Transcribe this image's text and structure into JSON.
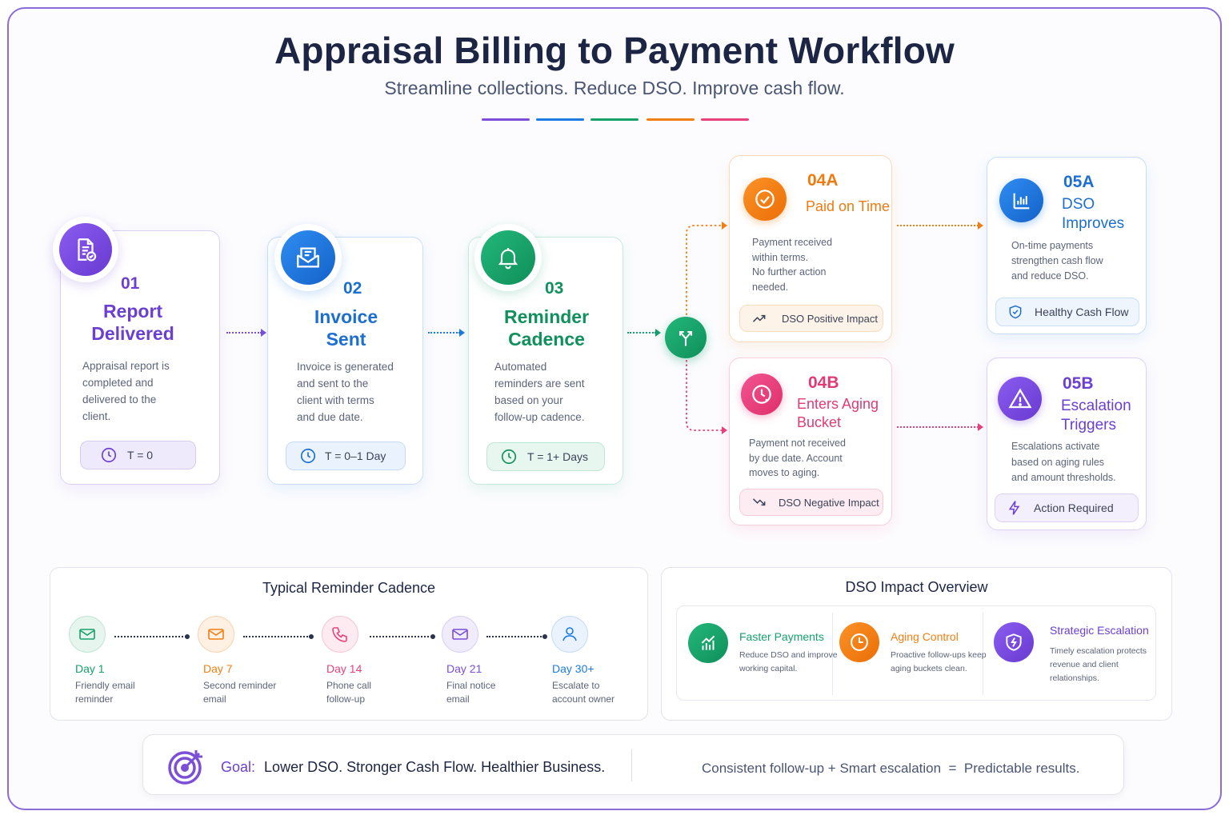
{
  "header": {
    "title": "Appraisal Billing to Payment Workflow",
    "subtitle": "Streamline collections. Reduce DSO. Improve cash flow."
  },
  "colors": {
    "purple": "#7b4fd8",
    "blue": "#1c7be0",
    "green": "#16a06a",
    "orange": "#f07f14",
    "pink": "#e8417a"
  },
  "steps": [
    {
      "num": "01",
      "title_l1": "Report",
      "title_l2": "Delivered",
      "desc_l1": "Appraisal report is",
      "desc_l2": "completed and",
      "desc_l3": "delivered to the",
      "desc_l4": "client.",
      "pill": "T = 0",
      "icon": "document-check-icon"
    },
    {
      "num": "02",
      "title_l1": "Invoice",
      "title_l2": "Sent",
      "desc_l1": "Invoice is generated",
      "desc_l2": "and sent to the",
      "desc_l3": "client with terms",
      "desc_l4": "and due date.",
      "pill": "T = 0–1 Day",
      "icon": "envelope-invoice-icon"
    },
    {
      "num": "03",
      "title_l1": "Reminder",
      "title_l2": "Cadence",
      "desc_l1": "Automated",
      "desc_l2": "reminders are sent",
      "desc_l3": "based on your",
      "desc_l4": "follow-up cadence.",
      "pill": "T = 1+ Days",
      "icon": "bell-icon"
    }
  ],
  "outcomes": {
    "a4": {
      "num": "04A",
      "title": "Paid on Time",
      "desc_l1": "Payment received",
      "desc_l2": "within terms.",
      "desc_l3": "No further action",
      "desc_l4": "needed.",
      "pill": "DSO Positive Impact"
    },
    "b4": {
      "num": "04B",
      "title_l1": "Enters Aging",
      "title_l2": "Bucket",
      "desc_l1": "Payment not received",
      "desc_l2": "by due date. Account",
      "desc_l3": "moves to aging.",
      "pill": "DSO Negative Impact"
    },
    "a5": {
      "num": "05A",
      "title_l1": "DSO",
      "title_l2": "Improves",
      "desc_l1": "On-time payments",
      "desc_l2": "strengthen cash flow",
      "desc_l3": "and reduce DSO.",
      "pill": "Healthy Cash Flow"
    },
    "b5": {
      "num": "05B",
      "title_l1": "Escalation",
      "title_l2": "Triggers",
      "desc_l1": "Escalations activate",
      "desc_l2": "based on aging rules",
      "desc_l3": "and amount thresholds.",
      "pill": "Action Required"
    }
  },
  "reminder": {
    "title": "Typical Reminder Cadence",
    "items": [
      {
        "day": "Day 1",
        "d1": "Friendly email",
        "d2": "reminder"
      },
      {
        "day": "Day 7",
        "d1": "Second reminder",
        "d2": "email"
      },
      {
        "day": "Day 14",
        "d1": "Phone call",
        "d2": "follow-up"
      },
      {
        "day": "Day 21",
        "d1": "Final notice",
        "d2": "email"
      },
      {
        "day": "Day 30+",
        "d1": "Escalate to",
        "d2": "account owner"
      }
    ]
  },
  "impact": {
    "title": "DSO Impact Overview",
    "items": [
      {
        "title": "Faster Payments",
        "d1": "Reduce DSO and improve",
        "d2": "working capital.",
        "d3": ""
      },
      {
        "title": "Aging Control",
        "d1": "Proactive follow-ups keep",
        "d2": "aging buckets clean.",
        "d3": ""
      },
      {
        "title": "Strategic Escalation",
        "d1": "Timely escalation protects",
        "d2": "revenue and client",
        "d3": "relationships."
      }
    ]
  },
  "goal": {
    "label": "Goal:",
    "text": "Lower DSO. Stronger Cash Flow. Healthier Business.",
    "formula": "Consistent follow-up + Smart escalation  =  Predictable results."
  }
}
